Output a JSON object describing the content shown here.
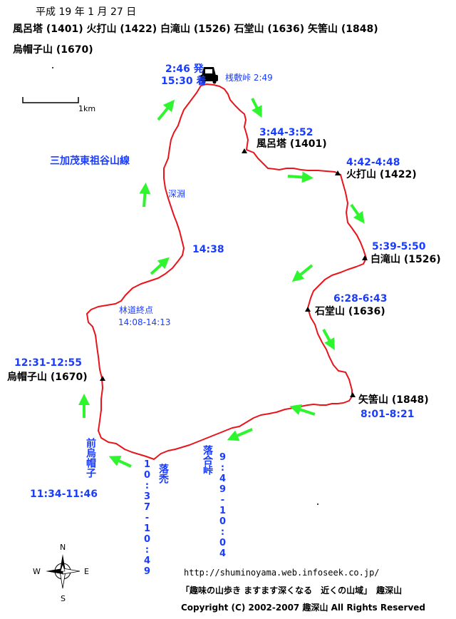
{
  "header": {
    "date": "平成 19 年 1 月 27 日",
    "peaks_line1": "風呂塔 (1401) 火打山 (1422) 白滝山 (1526) 石堂山 (1636) 矢筈山 (1848)",
    "peaks_line2": "烏帽子山 (1670)"
  },
  "scale": {
    "label": "1km"
  },
  "compass": {
    "n": "N",
    "s": "S",
    "e": "E",
    "w": "W"
  },
  "labels": {
    "start_time": "2:46 発",
    "end_time": "15:30 着",
    "sajikitoge": "桟敷峠 2:49",
    "furoto_time": "3:44-3:52",
    "furoto": "風呂塔 (1401)",
    "hiuchi_time": "4:42-4:48",
    "hiuchi": "火打山 (1422)",
    "shirataki_time": "5:39-5:50",
    "shirataki": "白滝山 (1526)",
    "ishido_time": "6:28-6:43",
    "ishido": "石堂山 (1636)",
    "yahazu": "矢筈山 (1848)",
    "yahazu_time": "8:01-8:21",
    "ochiai": "落合峠",
    "ochiai_time": "9:49-10:04",
    "ochikaburo": "落禿",
    "ochikaburo_time": "10:37-10:49",
    "maeeboshi": "前烏帽子",
    "maeeboshi_time": "11:34-11:46",
    "eboshi_time": "12:31-12:55",
    "eboshi": "烏帽子山 (1670)",
    "rindo": "林道終点",
    "rindo_time": "14:08-14:13",
    "time_1438": "14:38",
    "road": "三加茂東祖谷山線",
    "fukabuchi": "深淵"
  },
  "footer": {
    "url": "http://shuminoyama.web.infoseek.co.jp/",
    "site": "「趣味の山歩き ますます深くなる　近くの山域」　趣深山",
    "copyright": "Copyright (C) 2002-2007 趣深山 All Rights Reserved"
  },
  "colors": {
    "route": "#e8141b",
    "arrow": "#2ef52e",
    "blue_text": "#1a3cff"
  },
  "icons": [
    "car-icon",
    "compass-rose-icon",
    "summit-marker-icon",
    "direction-arrow-icon"
  ]
}
